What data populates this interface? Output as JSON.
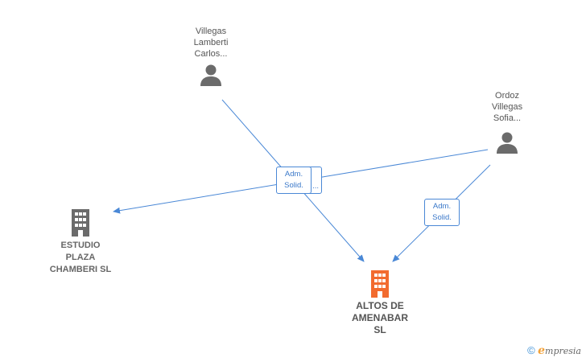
{
  "nodes": {
    "person_villegas": {
      "label": "Villegas\nLamberti\nCarlos..."
    },
    "person_ordoz": {
      "label": "Ordoz\nVillegas\nSofia..."
    },
    "company_estudio": {
      "label": "ESTUDIO\nPLAZA\nCHAMBERI  SL"
    },
    "company_altos": {
      "label": "ALTOS DE\nAMENABAR\nSL"
    }
  },
  "badges": {
    "center_front": "Adm.\nSolid.",
    "center_back": "...",
    "right": "Adm.\nSolid."
  },
  "colors": {
    "edge": "#4a88d6",
    "person_icon": "#6b6b6b",
    "company_icon": "#6b6b6b",
    "main_company_icon": "#f26b2f"
  },
  "footer": {
    "copyright": "©",
    "brand_e": "e",
    "brand_rest": "mpresia"
  }
}
